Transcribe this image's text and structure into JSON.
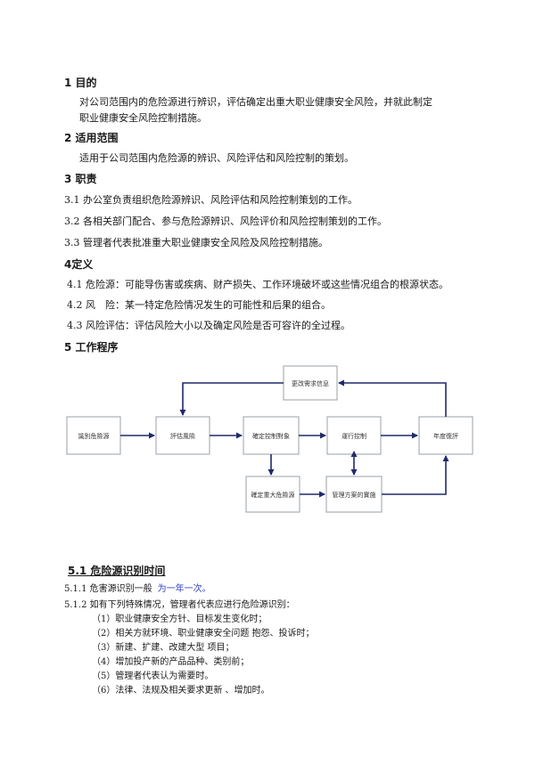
{
  "s1": {
    "heading": "1 目的",
    "line1": "对公司范围内的危险源进行辨识，评估确定出重大职业健康安全风险，并就此制定",
    "line2": "职业健康安全风险控制措施。"
  },
  "s2": {
    "heading": "2 适用范围",
    "body": "适用于公司范围内危险源的辨识、风险评估和风险控制的策划。"
  },
  "s3": {
    "heading": "3 职责",
    "items": [
      "3.1 办公室负责组织危险源辨识、风险评估和风险控制策划的工作。",
      "3.2 各相关部门配合、参与危险源辨识、风险评价和风险控制策划的工作。",
      "3.3 管理者代表批准重大职业健康安全风险及风险控制措施。"
    ]
  },
  "s4": {
    "heading": "4定义",
    "items": [
      "4.1 危险源：可能导伤害或疾病、财产损失、工作环境破坏或这些情况组合的根源状态。",
      "4.2 风　险：某一特定危险情况发生的可能性和后果的组合。",
      "4.3 风险评估：评估风险大小以及确定风险是否可容许的全过程。"
    ]
  },
  "s5": {
    "heading": "5 工作程序"
  },
  "flow": {
    "nodes": {
      "identify": "識別危險源",
      "evaluate": "評估風險",
      "determine": "確定控制對象",
      "operate": "運行控制",
      "review": "年度復評",
      "change": "更改需求信息",
      "major": "確定重大危險源",
      "plan": "管理方案的實施"
    }
  },
  "s51": {
    "heading": "5.1 危险源识别时间",
    "l511_prefix": "5.1.1 危害源识别一般",
    "l511_blue": "为一年一次。",
    "l512": "5.1.2 如有下列特殊情况，管理者代表应进行危险源识别：",
    "items": [
      "（1）职业健康安全方针、目标发生变化时；",
      "（2）相关方就环境、职业健康安全问题 抱怨、投诉时；",
      "（3）新建、扩建、改建大型 项目；",
      "（4）增加投产新的产品品种、类别前；",
      "（5）管理者代表认为需要时。",
      "（6）法律、法规及相关要求更新 、增加时。"
    ]
  }
}
